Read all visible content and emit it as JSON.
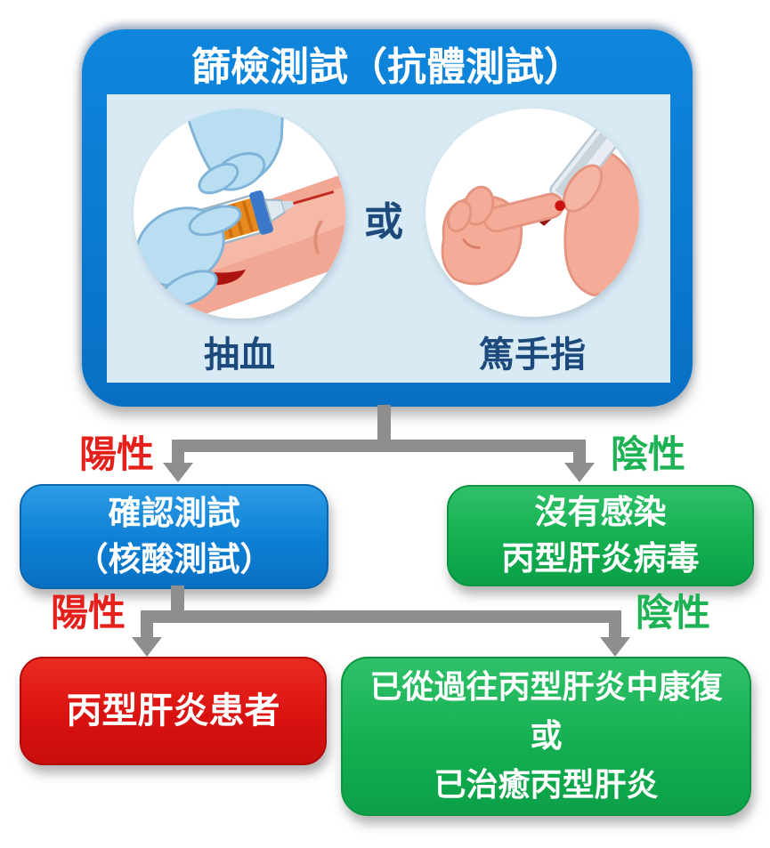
{
  "title": "篩檢測試（抗體測試）",
  "or_label": "或",
  "methods": [
    {
      "name": "blood-draw",
      "label": "抽血"
    },
    {
      "name": "finger-prick",
      "label": "篤手指"
    }
  ],
  "branch1": {
    "positive": "陽性",
    "negative": "陰性",
    "confirm_box": {
      "line1": "確認測試",
      "line2": "（核酸測試）"
    },
    "clear_box": {
      "line1": "沒有感染",
      "line2": "丙型肝炎病毒"
    }
  },
  "branch2": {
    "positive": "陽性",
    "negative": "陰性",
    "patient_box": {
      "line1": "丙型肝炎患者"
    },
    "recovered_box": {
      "line1": "已從過往丙型肝炎中康復",
      "line2": "或",
      "line3": "已治癒丙型肝炎"
    }
  },
  "colors": {
    "primary_blue": "#0a7ad0",
    "panel_blue": "#d8eaf4",
    "box_green": "#12ad4f",
    "box_red": "#d91210",
    "label_red": "#e51f1a",
    "label_green": "#1db254",
    "connector_gray": "#8e8e8e",
    "navy_text": "#1c4a7c"
  }
}
